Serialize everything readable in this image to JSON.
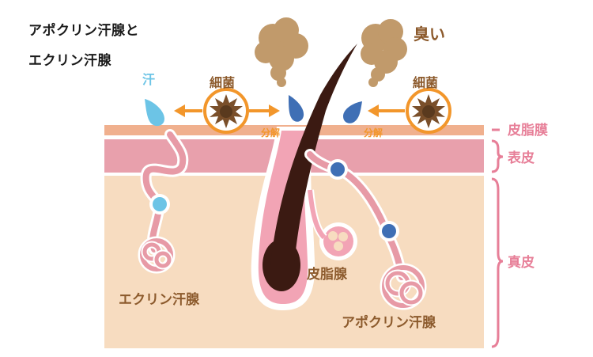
{
  "title": {
    "line1": "アポクリン汗腺と",
    "line2": "エクリン汗腺"
  },
  "labels": {
    "sweat": "汗",
    "bacteria_left": "細菌",
    "bacteria_right": "細菌",
    "odor": "臭い",
    "decompose_left": "分解",
    "decompose_right": "分解",
    "sebum_membrane": "皮脂膜",
    "epidermis": "表皮",
    "dermis": "真皮",
    "sebaceous_gland": "皮脂腺",
    "eccrine_gland": "エクリン汗腺",
    "apocrine_gland": "アポクリン汗腺"
  },
  "colors": {
    "sebum_layer": "#f0b08e",
    "epidermis": "#e8a0ac",
    "dermis": "#f7dcc0",
    "gland_pink": "#e79aa6",
    "hair": "#3b1a12",
    "odor_cloud": "#c19a6b",
    "arrow_orange": "#f2962b",
    "bacteria": "#7a4f2a",
    "sweat_light": "#6cc4e6",
    "sweat_dark": "#3f6fb5",
    "bracket_pink": "#e77f98",
    "label_brown": "#8c5a2c",
    "label_orange": "#f2962b"
  }
}
